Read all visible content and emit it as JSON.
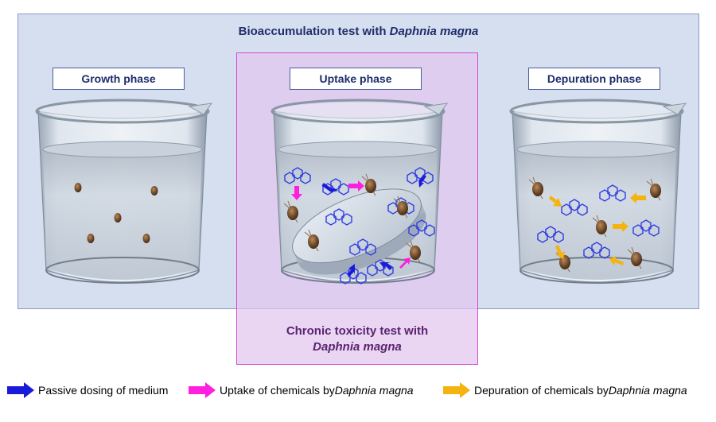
{
  "title": {
    "prefix": "Bioaccumulation test with ",
    "species": "Daphnia magna"
  },
  "phases": [
    {
      "label": "Growth phase"
    },
    {
      "label": "Uptake phase"
    },
    {
      "label": "Depuration phase"
    }
  ],
  "chronic": {
    "line1": "Chronic toxicity  test with",
    "species": "Daphnia magna"
  },
  "legend": [
    {
      "text": "Passive dosing of medium",
      "species": "",
      "color": "#1a1adb"
    },
    {
      "text": "Uptake of chemicals by ",
      "species": "Daphnia magna",
      "color": "#ff1fe0"
    },
    {
      "text": "Depuration of chemicals by ",
      "species": "Daphnia magna",
      "color": "#f5b30f"
    }
  ],
  "colors": {
    "passive_arrow": "#1a1adb",
    "uptake_arrow": "#ff1fe0",
    "depuration_arrow": "#f5b30f",
    "molecule": "#2f3ce0",
    "background_box": "#d6dff0",
    "uptake_box": "#e2c6ee"
  },
  "icons": [
    "beaker-icon",
    "daphnia-icon",
    "molecule-icon",
    "passive-dosing-disk-icon",
    "arrow-icon"
  ]
}
